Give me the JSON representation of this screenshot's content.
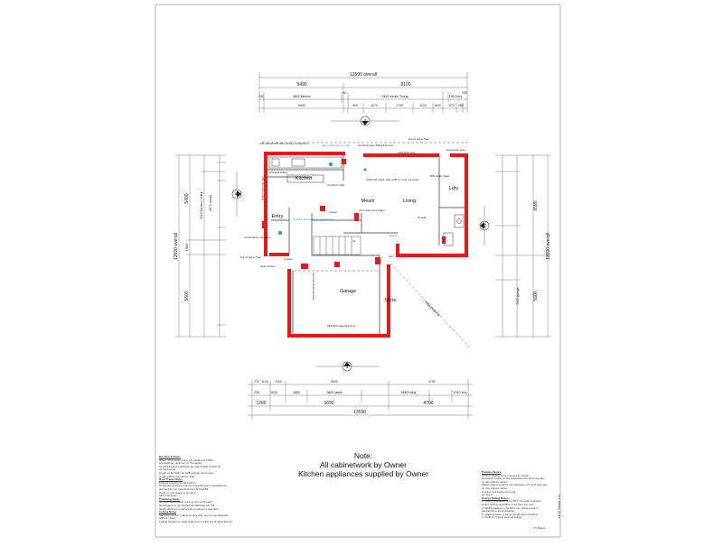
{
  "dimensions": {
    "top_overall": "13590 overall",
    "top_5490": "5490",
    "top_8100": "8100",
    "top_230a": "230",
    "top_4800": "4800 kitchen",
    "top_90": "90",
    "top_8440": "8440 meals / living",
    "top_1510": "1510 ldry",
    "top_230b": "230",
    "top_row3": [
      "5490",
      "900",
      "1270",
      "1790",
      "1210",
      "1600",
      "870",
      "280"
    ],
    "bot_row1": [
      "270",
      "1100",
      "1000",
      "6690",
      "4700"
    ],
    "bot_row2": [
      "230",
      "1000",
      "1650",
      "3800 stairs",
      "4840 living",
      "1510 ldry"
    ],
    "bot_1200": "1200",
    "bot_6690": "6690",
    "bot_4700": "4700",
    "bot_overall": "13590",
    "left_5490": "5490",
    "left_1090": "1090",
    "left_5600": "5600",
    "left_overall": "13590 overall",
    "left_inner": "4340 kitchen / entry",
    "left_meals": "4670 meals",
    "right_overall": "13590 overall",
    "right_6590": "6590",
    "right_5600": "5600",
    "right_garage": "5600 garage"
  },
  "rooms": {
    "kitchen": "Kitchen",
    "meals": "Meals",
    "living": "Living",
    "ldry": "Ldry",
    "entry": "Entry",
    "garage": "Garage",
    "store": "Store"
  },
  "annotations": {
    "rear_ducted": "rear ducted 900 wide canopy rangehood",
    "gas_instant": "gas instant hws on wall",
    "plumbing_duct": "plumbing duct 115x1210 over",
    "line_upper_top": "line of upper floor",
    "breezeway_door": "breezeway door",
    "dropped_ceiling": "dropped ceiling",
    "bulkhead": "bulkhead under slab soffit to cover ws waste",
    "duct_size": "115x1210 over",
    "cavity_slider": "820 cavity slider",
    "conduit": "conduit in slab",
    "drywall": "drywall",
    "conc_down": "conc down turn beam",
    "recess": "recess",
    "combination_meterbox": "combination meterbox",
    "line_upper_left": "line of upper floor",
    "steel_column": "steel column",
    "stairs_ceiling": "250 dropped ceiling",
    "attached_piers": "280x400 attached piers",
    "diagonal": "8855 diagonal",
    "up": "up",
    "pier": "pier",
    "paving": "paving",
    "mirrored_door": "mirrored sectional door",
    "waste_tap": "hc & cw wall waste & external tap",
    "steps": "3 steps"
  },
  "markers": {
    "top": "3",
    "left": "4",
    "right": "2",
    "bottom": "1"
  },
  "note": {
    "title": "Note:",
    "line1": "All cabinetwork by Owner",
    "line2": "Kitchen appliances supplied by Owner"
  },
  "notes_left": [
    {
      "heading": "Brickwork Notes",
      "lines": [
        "Where brick veneer is to be installed 0.5 DPC",
        "and flashing minimum of 75 overlap",
        "All 230x10 face brickwork for steel 3 with a 230x.76",
        "on the footing",
        "Lintels to be built into stifling beam and longer",
        "single widths over above wall"
      ]
    },
    {
      "heading": "Roof Frame Notes",
      "lines": [
        "Trusses spacing for all 1200 in",
        "Roof battens spaced as per manufacturers specifications",
        "and beg tie per manufacturers & AS1684",
        "Ducts in roof space to be used",
        "half structures"
      ]
    },
    {
      "heading": "Plumbing Notes",
      "lines": [
        "All fixed down waste to be at one point-earth.",
        "Dowlings to be as dashed as indicated per full",
        "height concrete or otherwise meets as 1 standard"
      ]
    },
    {
      "heading": "Ceiling Notes",
      "lines": [
        "Manhole position indicative only and may be repositioned",
        "without notice",
        "Ceiling heights for clear walk beam to the top of other frames"
      ]
    }
  ],
  "notes_right": [
    {
      "heading": "Plumber Notes",
      "lines": [
        "All floor wastes to be reamed as shown",
        "Downpipe positions are indicative only and may vary",
        "on site without notice",
        "Waste outlet positions are indicative only and may vary",
        "on site without notice",
        "Position to install roof to suit",
        "as noted"
      ]
    },
    {
      "heading": "Energy Rating Notes",
      "lines": [
        "1. Ceiling insulation to be R3.5 min and insulation",
        "where ceiling separates room from the roof",
        "2. Wall insulation to be R2.0 min (brick areas to",
        "garage/store as applicable)",
        "3. Glazing notes to be as per window schedule",
        "4. Sealing of gaps (see schedule)"
      ]
    }
  ],
  "title_block": "TC  Drawn",
  "sheet_number": "1433 Sheet 1/1"
}
